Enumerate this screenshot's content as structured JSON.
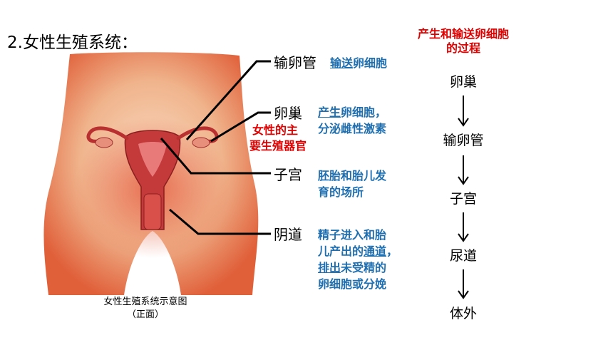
{
  "title": "2.女性生殖系统：",
  "caption": {
    "line1": "女性生殖系统示意图",
    "line2": "（正面）"
  },
  "organs": {
    "oviduct": {
      "name": "输卵管",
      "func_u": "输送",
      "func_rest": "卵细胞"
    },
    "ovary": {
      "name": "卵巢",
      "func1_u": "产生",
      "func1_rest": "卵细胞，",
      "func2": "分泌雌性激素",
      "main1": "女性的主",
      "main2": "要生殖器官"
    },
    "uterus": {
      "name": "子宫",
      "func1": "胚胎和胎儿发",
      "func2": "育的场所"
    },
    "vagina": {
      "name": "阴道",
      "func1": "精子进入和胎",
      "func2_a": "儿产出的",
      "func2_u": "通道",
      "func2_b": "，",
      "func3_u": "排出",
      "func3_rest": "未受精的",
      "func4": "卵细胞或分娩"
    }
  },
  "flow": {
    "title1": "产生和输送卵细胞",
    "title2": "的过程",
    "steps": [
      "卵巢",
      "输卵管",
      "子宫",
      "尿道",
      "体外"
    ]
  },
  "colors": {
    "function_text": "#1f6fb0",
    "highlight_red": "#e00000",
    "skin": "#f0b98e"
  }
}
